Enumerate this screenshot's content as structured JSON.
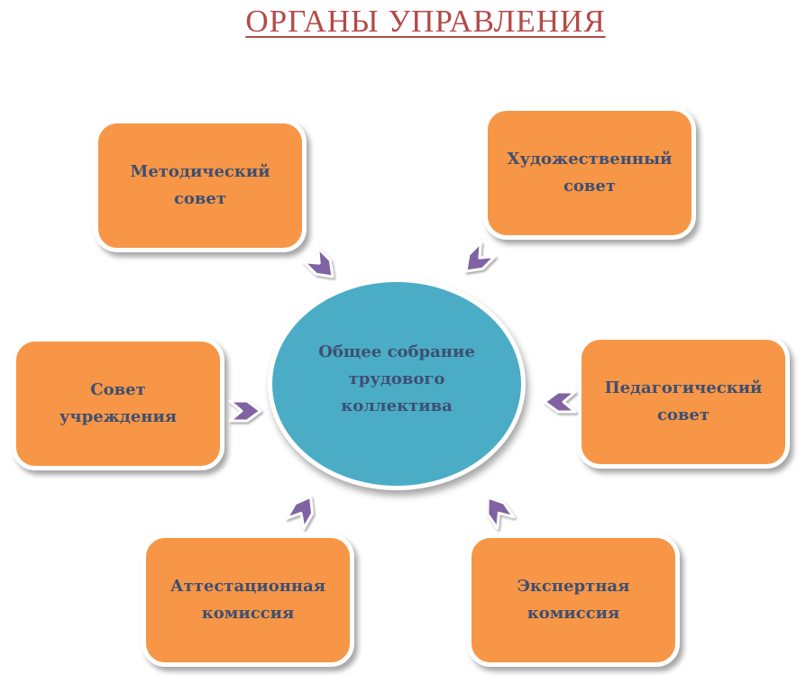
{
  "title": "ОРГАНЫ УПРАВЛЕНИЯ",
  "center": {
    "label": "Общее собрание\nтрудового\nколлектива"
  },
  "boxes": {
    "methodical": "Методический\nсовет",
    "artistic": "Художественный\nсовет",
    "institution": "Совет\nучреждения",
    "pedagogical": "Педагогический\nсовет",
    "attestation": "Аттестационная\nкомиссия",
    "expert": "Экспертная\nкомиссия"
  },
  "colors": {
    "title": "#b34a48",
    "box_fill": "#f79646",
    "center_fill": "#4bacc6",
    "text": "#3e4f72",
    "arrow": "#8064a2"
  }
}
